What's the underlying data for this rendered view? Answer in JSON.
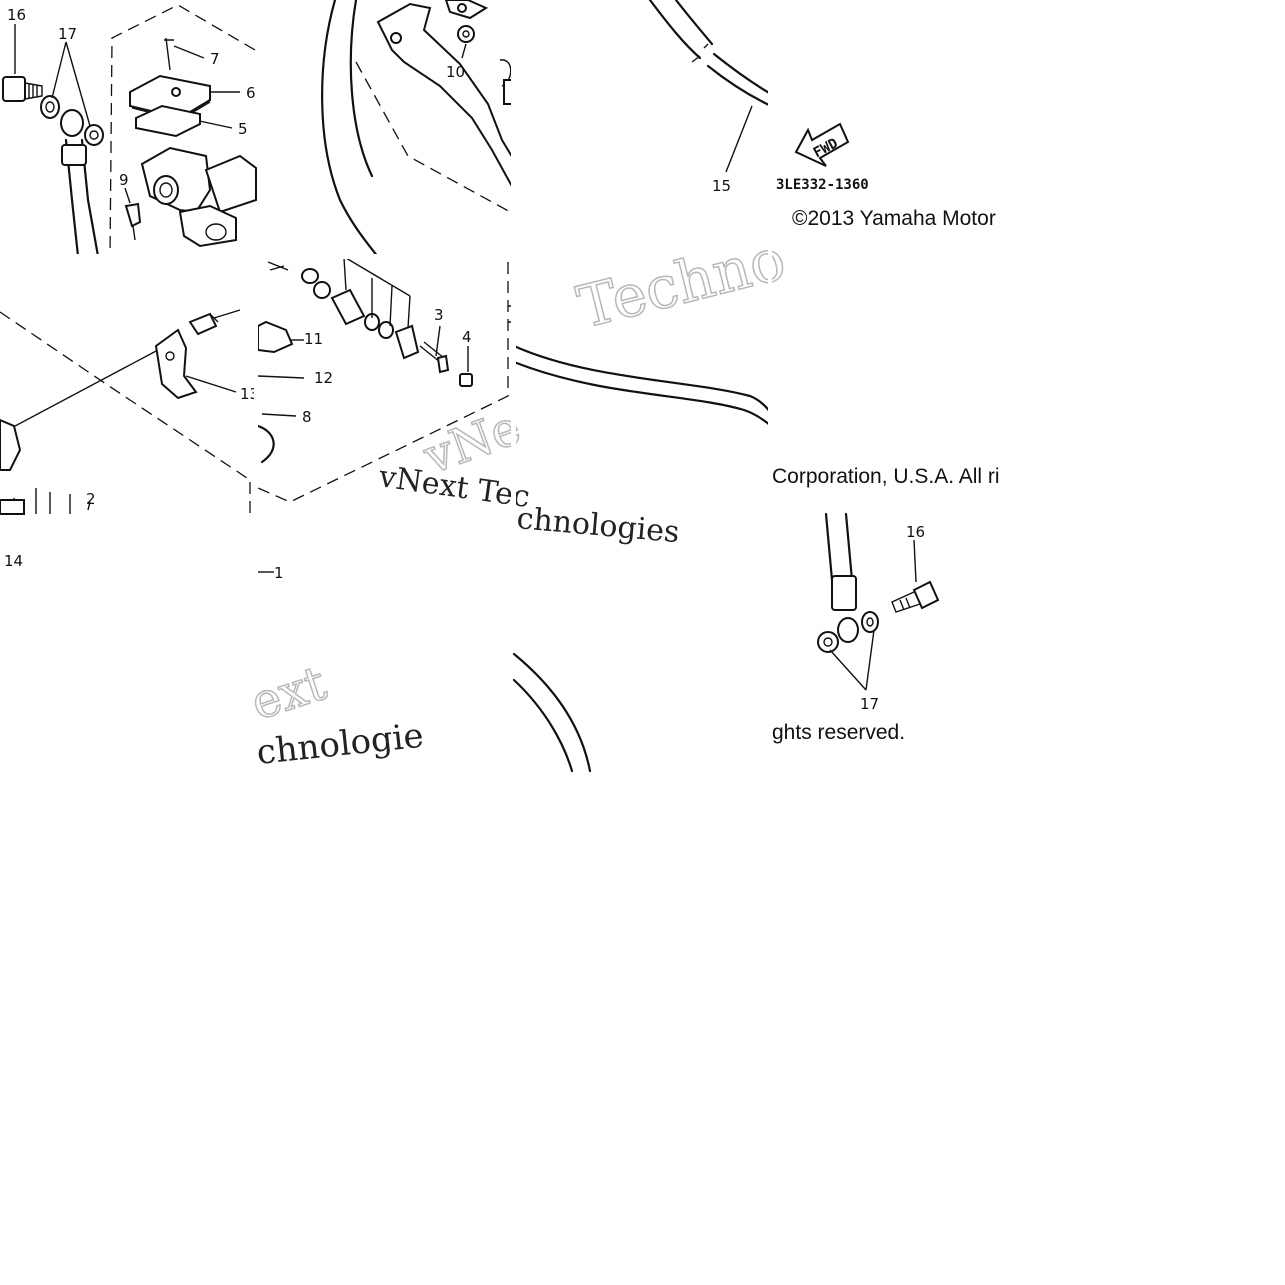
{
  "diagram": {
    "callouts": {
      "c16a": "16",
      "c17a": "17",
      "c7": "7",
      "c6": "6",
      "c5": "5",
      "c9": "9",
      "c10": "10",
      "c15": "15",
      "c3": "3",
      "c4": "4",
      "c11": "11",
      "c12": "12",
      "c8": "8",
      "c13": "13",
      "c2": "2",
      "c14": "14",
      "c1": "1",
      "c16b": "16",
      "c17b": "17"
    },
    "fwd_label": "FWD",
    "part_code": "3LE332-1360",
    "copyright_line1": "©2013 Yamaha Motor",
    "copyright_line2": "Corporation, U.S.A. All ri",
    "copyright_line3": "ghts reserved.",
    "watermarks": {
      "w1": "Techno",
      "w2": "vNext Tec",
      "w3": "chnologies",
      "w4": "ext",
      "w5": "chnologie",
      "w6": "vNe"
    }
  }
}
